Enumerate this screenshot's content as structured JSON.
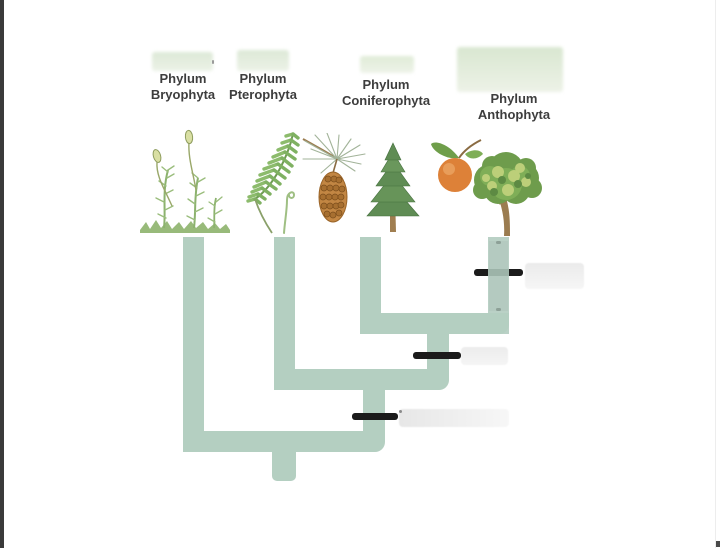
{
  "page": {
    "background": "#ffffff",
    "left_edge_color": "#3a3a3a"
  },
  "colors": {
    "branch": "#b4cfc1",
    "trait_dash": "#1b1b1b",
    "answer_box": "#ececec",
    "hidden_term_box": "#dfebd8",
    "label_text": "#3d3d3d"
  },
  "taxa": [
    {
      "id": "bryophyta",
      "label": [
        "Phylum",
        "Bryophyta"
      ],
      "illustration": "moss"
    },
    {
      "id": "pterophyta",
      "label": [
        "Phylum",
        "Pterophyta"
      ],
      "illustration": "fern"
    },
    {
      "id": "coniferophyta",
      "label": [
        "Phylum",
        "Coniferophyta"
      ],
      "illustration": "pine-branch-with-cone-and-conifer-tree"
    },
    {
      "id": "anthophyta",
      "label": [
        "Phylum",
        "Anthophyta"
      ],
      "illustration": "orange-fruit-and-flowering-tree"
    }
  ],
  "blanks": {
    "term_boxes": [
      "hidden-common-name-bryophyta",
      "hidden-common-name-pterophyta",
      "hidden-common-name-coniferophyta",
      "hidden-common-name-anthophyta"
    ],
    "trait_boxes": [
      "hidden-trait-on-anthophyta-branch",
      "hidden-trait-on-conifer-anthophyta-clade",
      "hidden-trait-on-fern-clade"
    ]
  }
}
